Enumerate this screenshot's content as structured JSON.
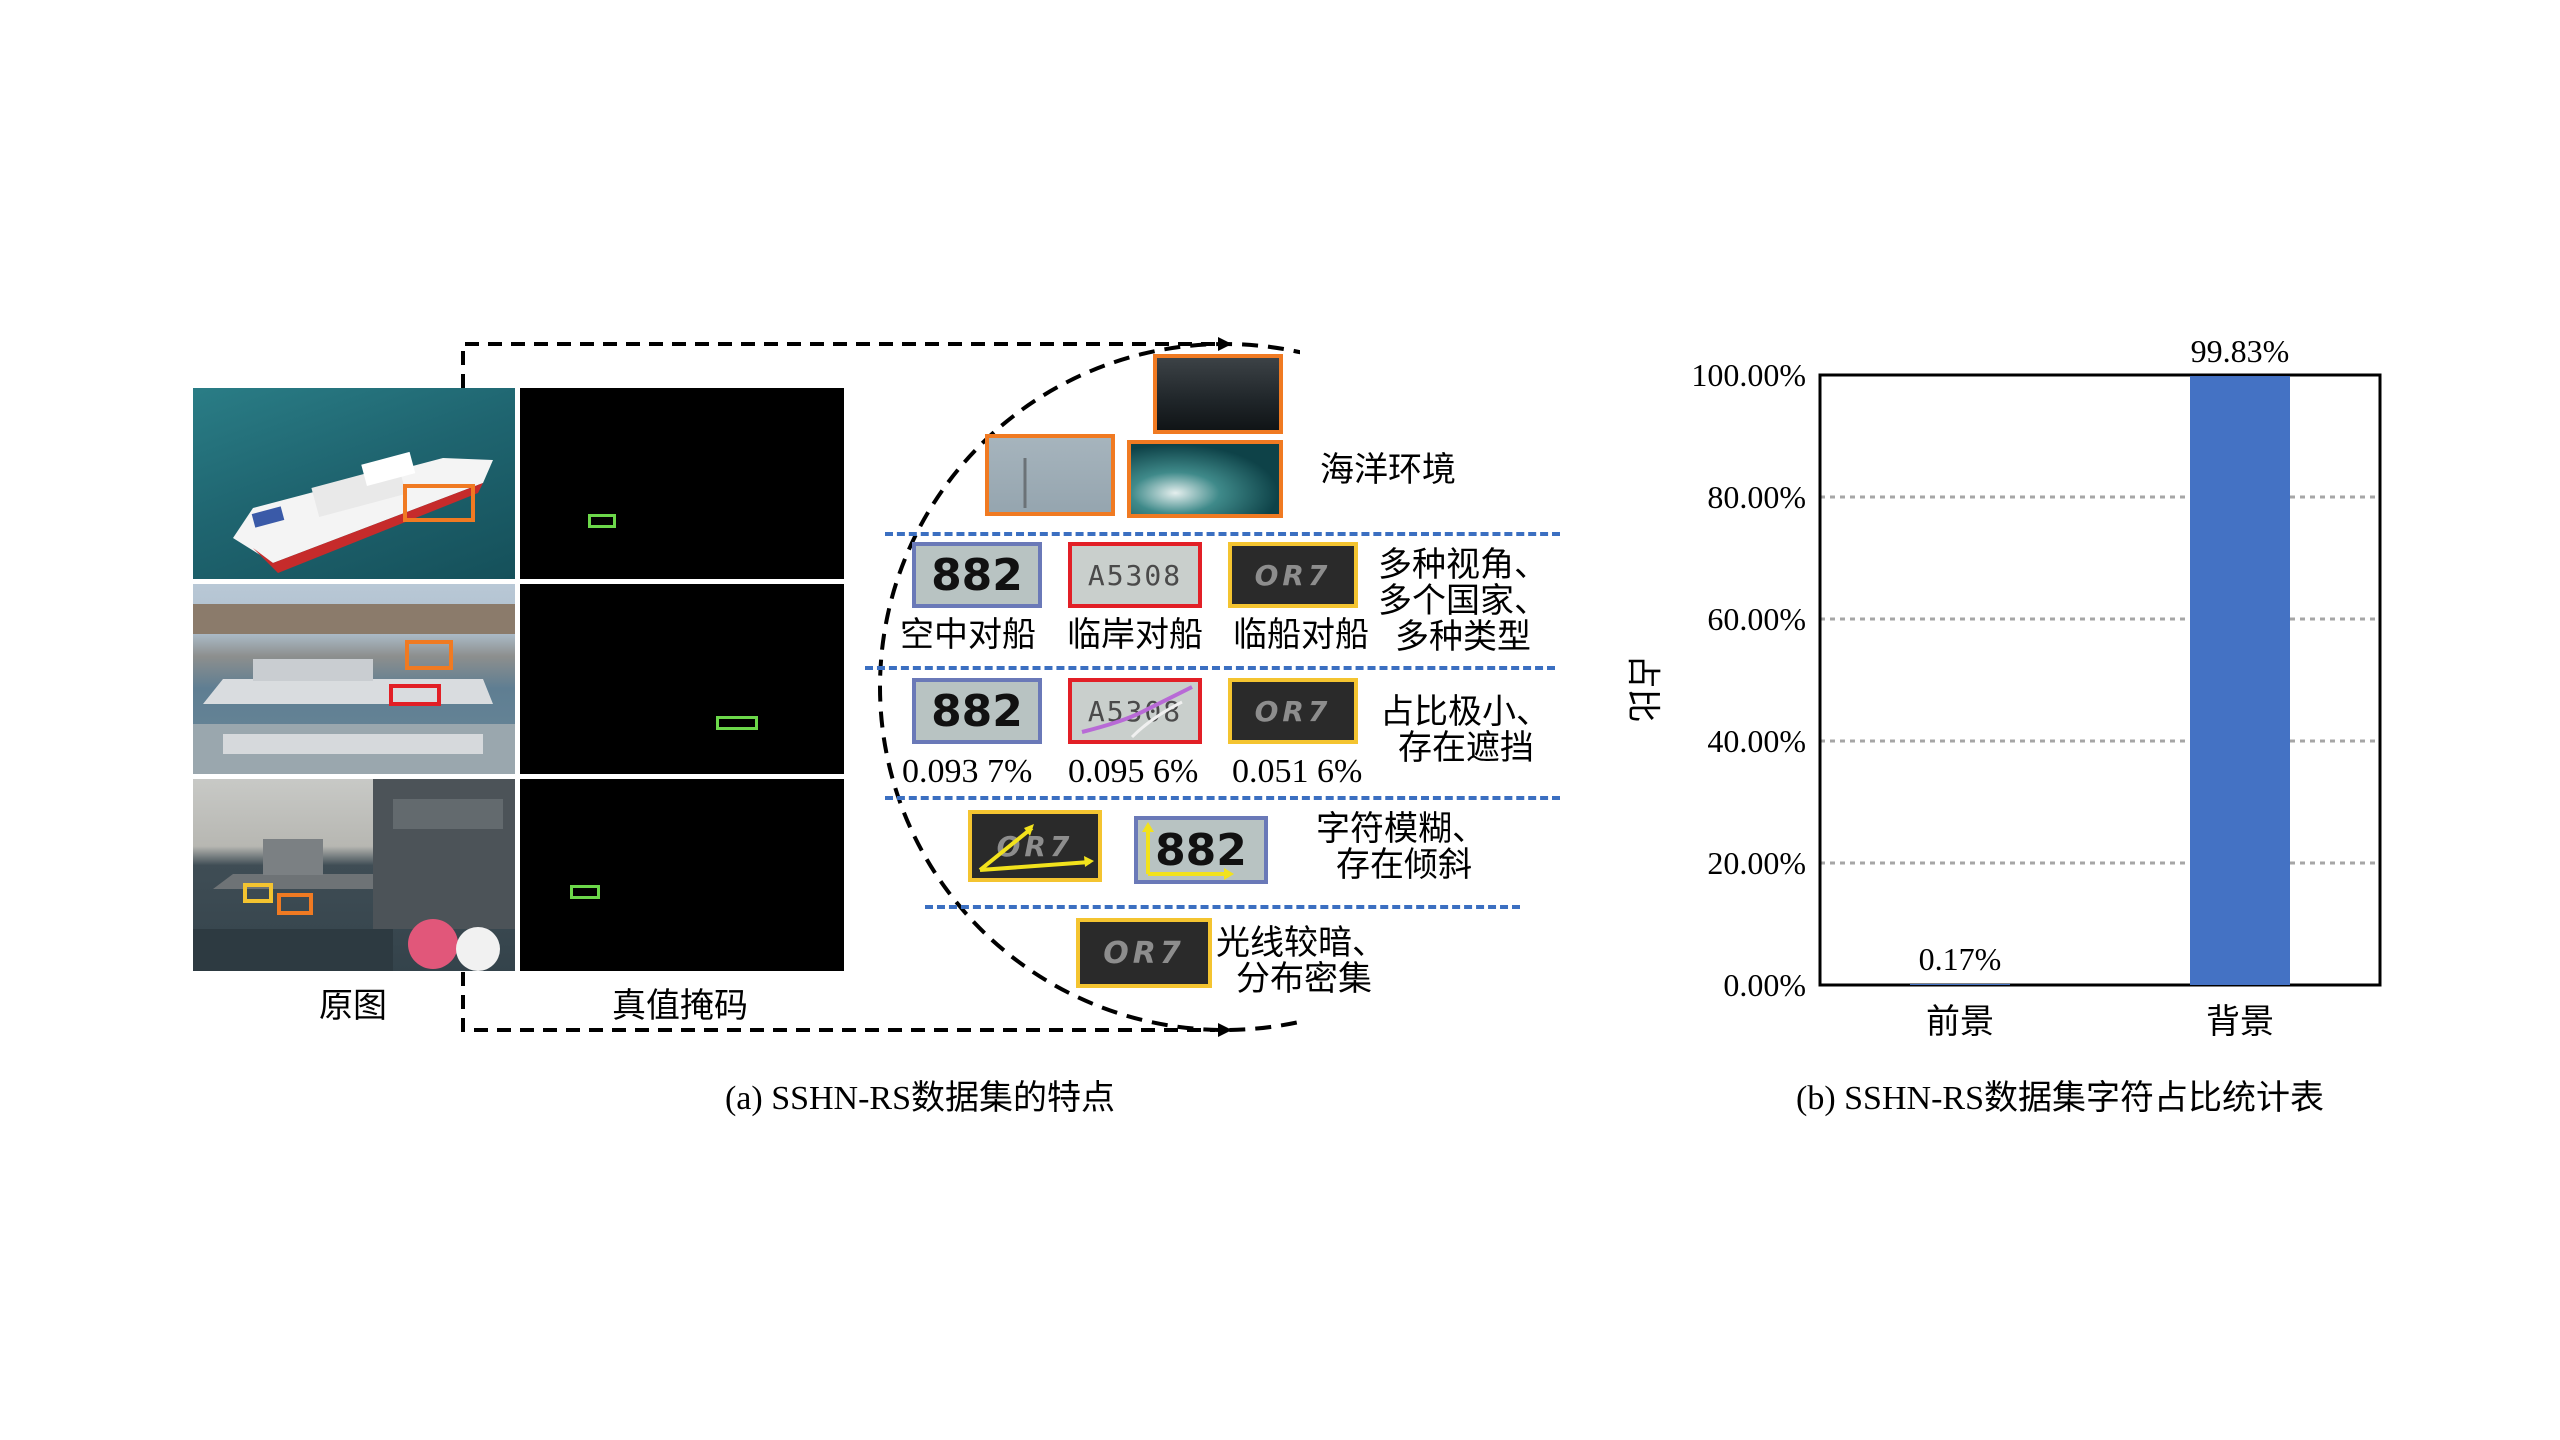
{
  "left_panel": {
    "col_labels": [
      "原图",
      "真值掩码"
    ],
    "sub_caption": "(a) SSHN-RS数据集的特点",
    "features": {
      "ocean_env": "海洋环境",
      "view_labels": [
        "空中对船",
        "临岸对船",
        "临船对船"
      ],
      "multi_lines": [
        "多种视角、",
        "多个国家、",
        "多种类型"
      ],
      "ratios": [
        "0.093 7%",
        "0.095 6%",
        "0.051 6%"
      ],
      "small_lines": [
        "占比极小、",
        "存在遮挡"
      ],
      "blur_lines": [
        "字符模糊、",
        "存在倾斜"
      ],
      "dark_lines": [
        "光线较暗、",
        "分布密集"
      ],
      "plate_texts": {
        "p882": "882",
        "pa53": "A5308",
        "por7": "OR7"
      }
    }
  },
  "right_panel": {
    "sub_caption": "(b) SSHN-RS数据集字符占比统计表"
  },
  "chart_data": {
    "type": "bar",
    "categories": [
      "前景",
      "背景"
    ],
    "values": [
      0.17,
      99.83
    ],
    "value_labels": [
      "0.17%",
      "99.83%"
    ],
    "ylabel": "占比",
    "ylim": [
      0,
      100
    ],
    "yticks": [
      "0.00%",
      "20.00%",
      "40.00%",
      "60.00%",
      "80.00%",
      "100.00%"
    ],
    "grid": true,
    "bar_color": "#4472c4"
  },
  "colors": {
    "orange": "#f07a22",
    "red": "#e21f26",
    "yellow": "#f4c430",
    "blue_dash": "#3b6fc1",
    "green": "#6cd84a"
  }
}
